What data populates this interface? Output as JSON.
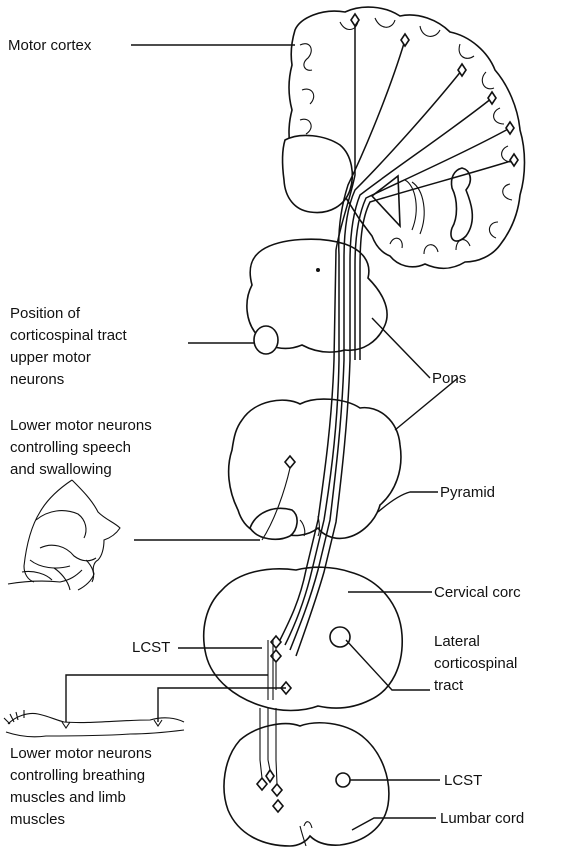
{
  "labels": {
    "motor_cortex": "Motor cortex",
    "position_line1": "Position of",
    "position_line2": "corticospinal tract",
    "position_line3": "upper motor",
    "position_line4": "neurons",
    "pons": "Pons",
    "lmn_speech_line1": "Lower motor neurons",
    "lmn_speech_line2": "controlling speech",
    "lmn_speech_line3": "and swallowing",
    "pyramid": "Pyramid",
    "cervical_cord": "Cervical corc",
    "lcst_left": "LCST",
    "lateral_line1": "Lateral",
    "lateral_line2": "corticospinal",
    "lateral_line3": "tract",
    "lmn_breath_line1": "Lower motor neurons",
    "lmn_breath_line2": "controlling breathing",
    "lmn_breath_line3": "muscles and limb",
    "lmn_breath_line4": "muscles",
    "lcst_right": "LCST",
    "lumbar_cord": "Lumbar cord"
  }
}
